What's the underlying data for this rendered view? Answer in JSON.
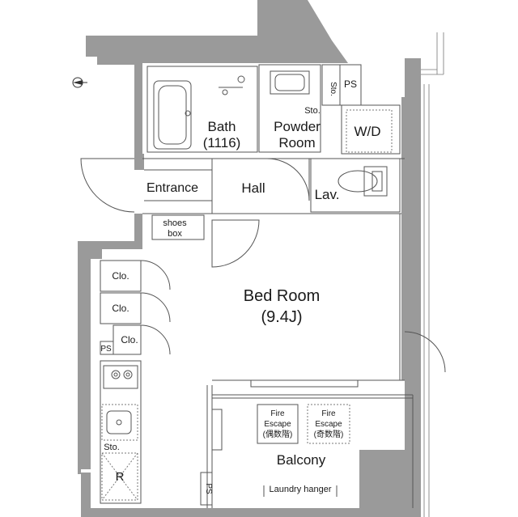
{
  "rooms": {
    "bath": "Bath",
    "bath_size": "(1116)",
    "powder_room_1": "Powder",
    "powder_room_2": "Room",
    "wd": "W/D",
    "sto_top": "Sto.",
    "sto_powder": "Sto.",
    "ps_top": "PS",
    "entrance": "Entrance",
    "hall": "Hall",
    "lav": "Lav.",
    "shoes_box_1": "shoes",
    "shoes_box_2": "box",
    "closet_1": "Clo.",
    "closet_2": "Clo.",
    "closet_3": "Clo.",
    "ps_left": "PS",
    "bed_room": "Bed Room",
    "bed_room_size": "(9.4J)",
    "sto_kitchen": "Sto.",
    "refrigerator": "R",
    "fire_escape_1_a": "Fire",
    "fire_escape_1_b": "Escape",
    "fire_escape_1_c": "(偶数階)",
    "fire_escape_2_a": "Fire",
    "fire_escape_2_b": "Escape",
    "fire_escape_2_c": "(奇数階)",
    "balcony": "Balcony",
    "laundry_hanger": "Laundry hanger",
    "ps_bottom": "PS"
  },
  "colors": {
    "wall": "#9a9a9a",
    "line": "#555555",
    "background": "#ffffff"
  },
  "icons": {
    "north_arrow": "north-arrow-icon"
  }
}
